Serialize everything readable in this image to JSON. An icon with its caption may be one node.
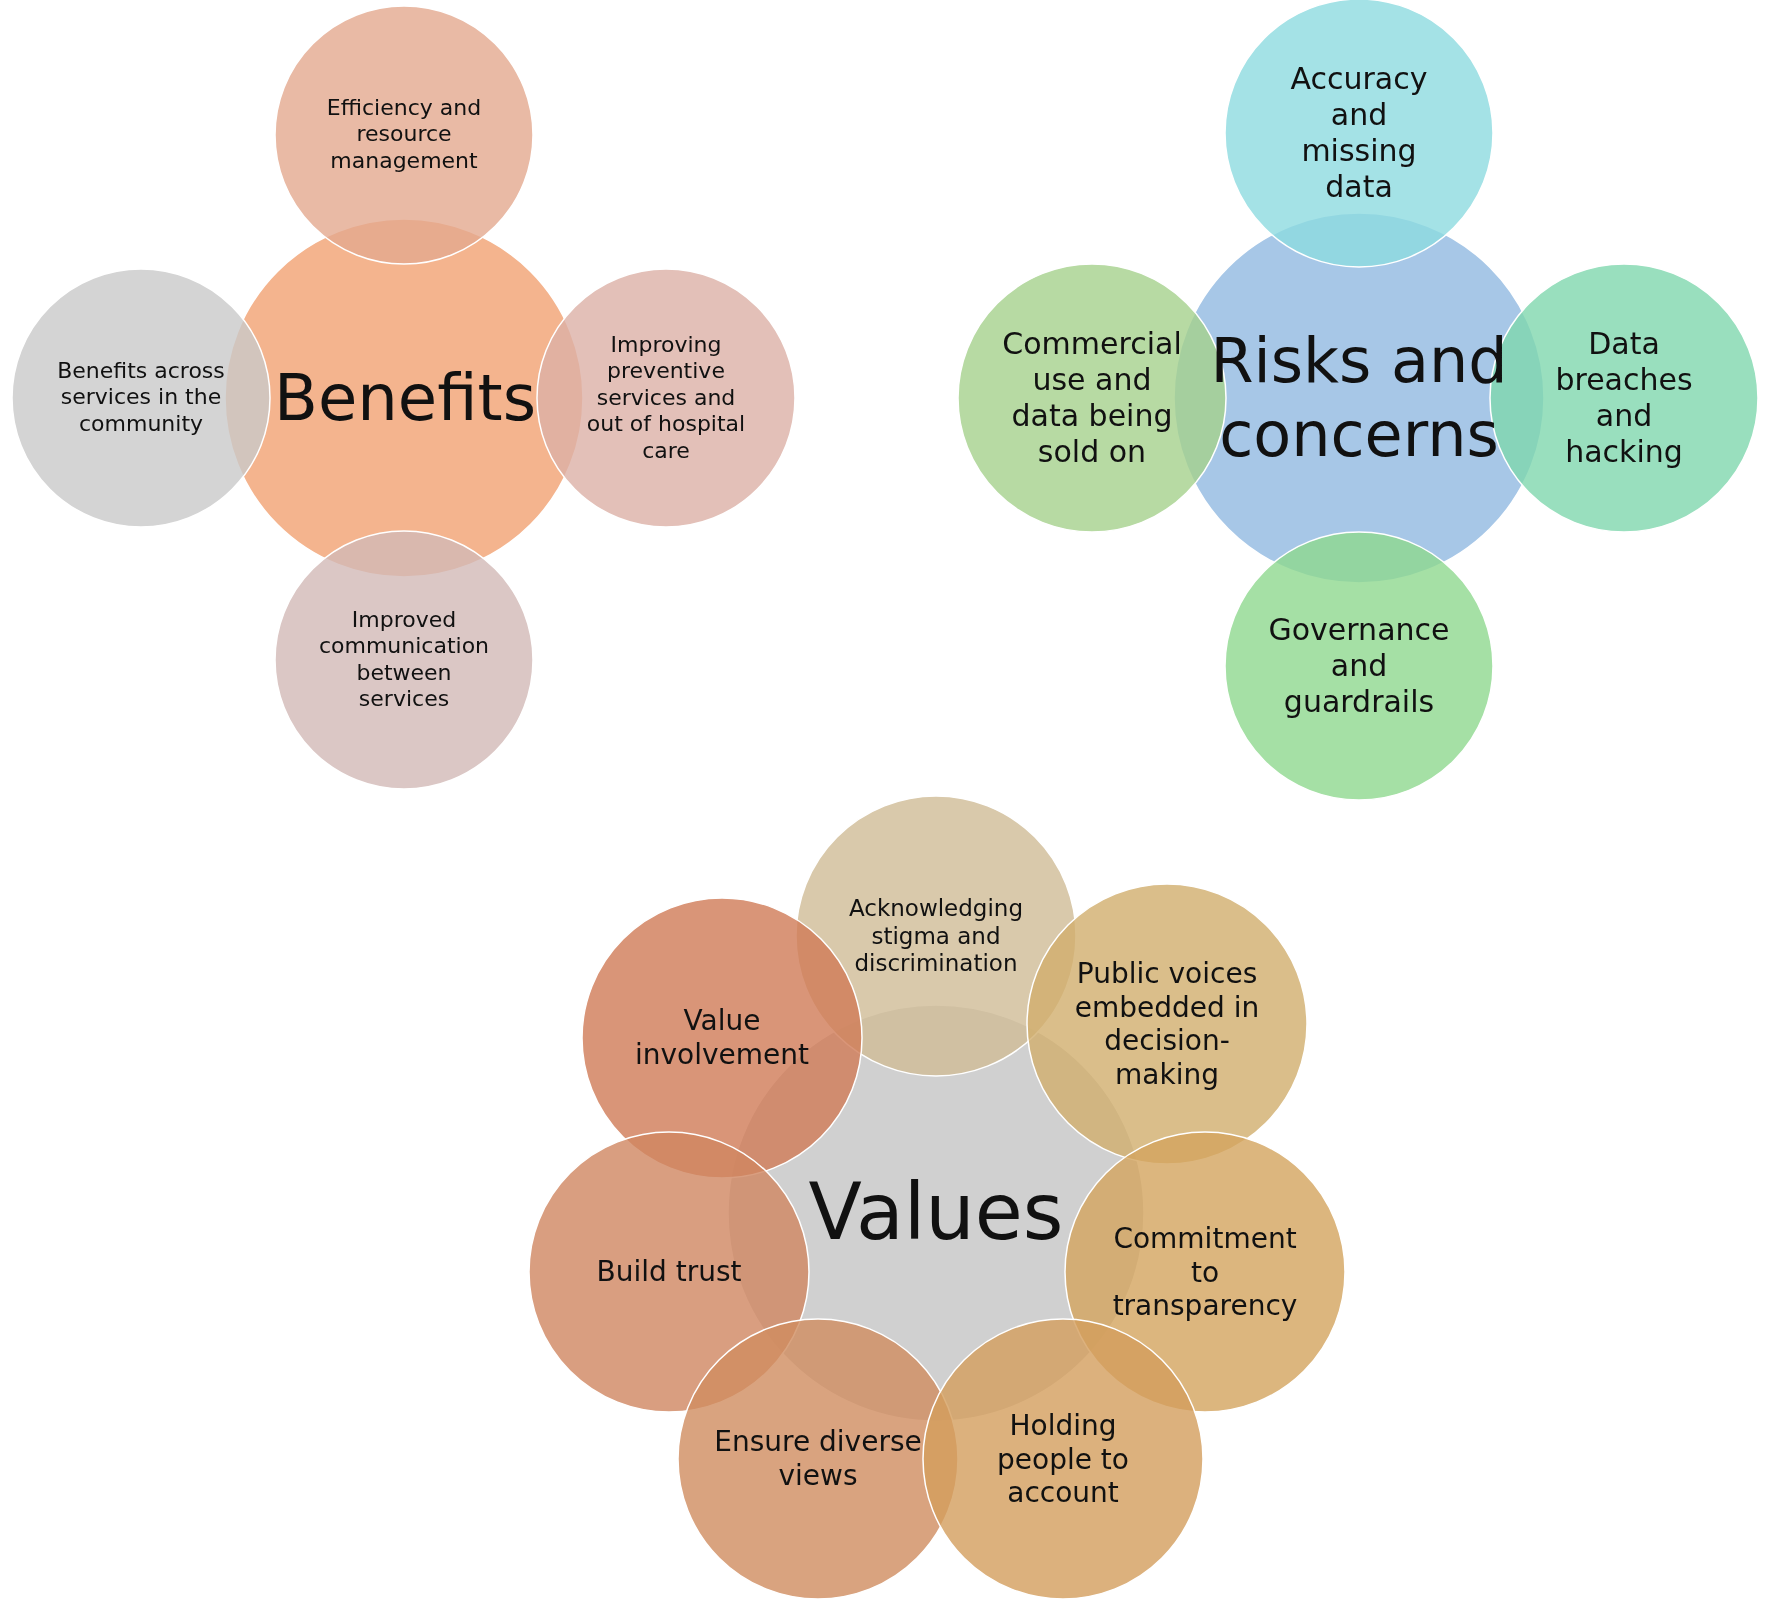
{
  "diagram": {
    "nodes": [
      {
        "text": [
          "Benefits"
        ]
      },
      {
        "text": [
          "Efficiency and resource management"
        ]
      },
      {
        "text": [
          "Benefits across services in the community"
        ]
      },
      {
        "text": [
          "Improving preventive services and out of hospital care"
        ]
      },
      {
        "text": [
          "Improved communication between services"
        ]
      },
      {
        "text": [
          "Risks and concerns"
        ]
      },
      {
        "text": [
          "Accuracy and missing data"
        ]
      },
      {
        "text": [
          "Commercial use and data being sold on"
        ]
      },
      {
        "text": [
          "Data breaches and hacking"
        ]
      },
      {
        "text": [
          "Governance and guardrails"
        ]
      },
      {
        "text": [
          "Values"
        ]
      },
      {
        "text": [
          "Acknowledging stigma and discrimination"
        ]
      },
      {
        "text": [
          "Value involvement"
        ]
      },
      {
        "text": [
          "Public voices embedded in decision-making"
        ]
      },
      {
        "text": [
          "Build trust"
        ]
      },
      {
        "text": [
          "Commitment to transparency"
        ]
      },
      {
        "text": [
          "Ensure diverse views"
        ]
      },
      {
        "text": [
          "Holding people to account"
        ]
      }
    ]
  }
}
